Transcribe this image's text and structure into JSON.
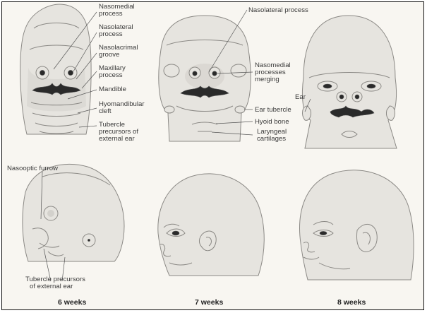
{
  "labels": {
    "top_left": [
      "Nasomedial",
      "process",
      "Nasolateral",
      "process",
      "Nasolacrimal",
      "groove",
      "Maxillary",
      "process",
      "Mandible",
      "Hyomandibular",
      "cleft",
      "Tubercle",
      "precursors of",
      "external ear"
    ],
    "top_middle": [
      "Nasolateral process",
      "Nasomedial",
      "processes",
      "merging",
      "Ear tubercle",
      "Hyoid bone",
      "Laryngeal",
      "cartilages"
    ],
    "top_right": [
      "Ear"
    ],
    "bottom_left": [
      "Nasooptic furrow",
      "Tubercle precursors",
      "of external ear"
    ]
  },
  "captions": [
    "6 weeks",
    "7 weeks",
    "8 weeks"
  ]
}
